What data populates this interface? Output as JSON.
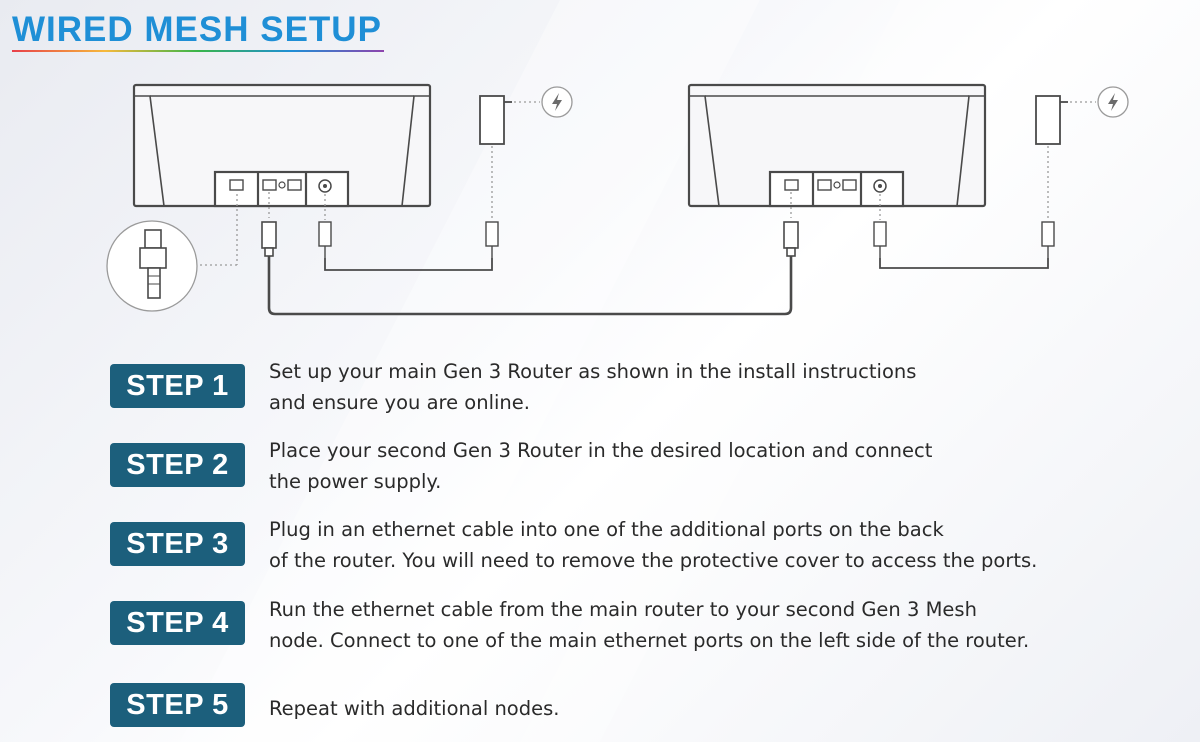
{
  "title": "WIRED MESH SETUP",
  "colors": {
    "title": "#1f8fd6",
    "badge": "#1c5f7c",
    "line": "#4a4a4a",
    "dotted": "#9a9a9a"
  },
  "icons": [
    "power-bolt-icon",
    "ethernet-port-icon",
    "sync-icon",
    "power-port-icon"
  ],
  "steps": [
    {
      "label": "STEP 1",
      "lines": [
        "Set up your main Gen 3 Router as shown in the install instructions",
        "and ensure you are online."
      ]
    },
    {
      "label": "STEP 2",
      "lines": [
        "Place your second Gen 3 Router in the desired location and connect",
        "the power supply."
      ]
    },
    {
      "label": "STEP 3",
      "lines": [
        "Plug in an ethernet cable into one of the additional ports on the back",
        "of the router. You will need to remove the protective cover to access the ports."
      ]
    },
    {
      "label": "STEP 4",
      "lines": [
        "Run the ethernet cable from the main router to your second Gen 3 Mesh",
        "node. Connect to one of the main ethernet ports on the left side of the router."
      ]
    },
    {
      "label": "STEP 5",
      "lines": [
        "Repeat with additional nodes."
      ]
    }
  ]
}
